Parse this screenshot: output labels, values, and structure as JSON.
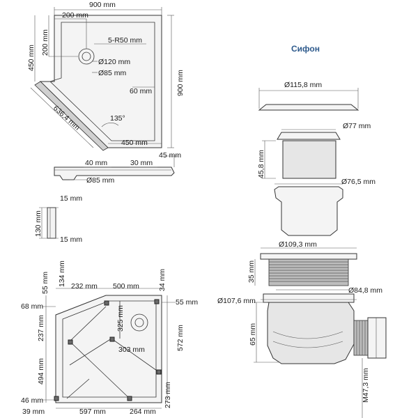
{
  "siphon_title": "Сифон",
  "top_view": {
    "width": "900 mm",
    "offset_x": "200 mm",
    "offset_y": "200 mm",
    "side_left": "450 mm",
    "radius": "5-R50 mm",
    "drain_outer": "Ø120 mm",
    "drain_inner": "Ø85 mm",
    "height_right": "900 mm",
    "rim": "60 mm",
    "angle": "135°",
    "diagonal": "636,4 mm",
    "bottom": "450 mm"
  },
  "side_view": {
    "height": "45 mm",
    "drain_pos": "40 mm",
    "rim": "30 mm",
    "drain": "Ø85 mm"
  },
  "profile": {
    "top": "15 mm",
    "height": "130 mm",
    "bottom": "15 mm"
  },
  "base_view": {
    "d55_top": "55 mm",
    "d134": "134 mm",
    "d232": "232 mm",
    "d500": "500 mm",
    "d34": "34 mm",
    "d55_right": "55 mm",
    "d68": "68 mm",
    "d325": "325 mm",
    "d237": "237 mm",
    "d303": "303 mm",
    "d572": "572 mm",
    "d494": "494 mm",
    "d273": "273 mm",
    "d46": "46 mm",
    "d39": "39 mm",
    "d597": "597 mm",
    "d264": "264 mm"
  },
  "siphon": {
    "d1": "Ø115,8 mm",
    "d2": "Ø77 mm",
    "h1": "45,8 mm",
    "d3": "Ø76,5 mm",
    "d4": "Ø109,3 mm",
    "h2": "35 mm",
    "d5": "Ø84,8 mm",
    "d6": "Ø107,6 mm",
    "h3": "65 mm",
    "thread": "M47,3 mm"
  }
}
